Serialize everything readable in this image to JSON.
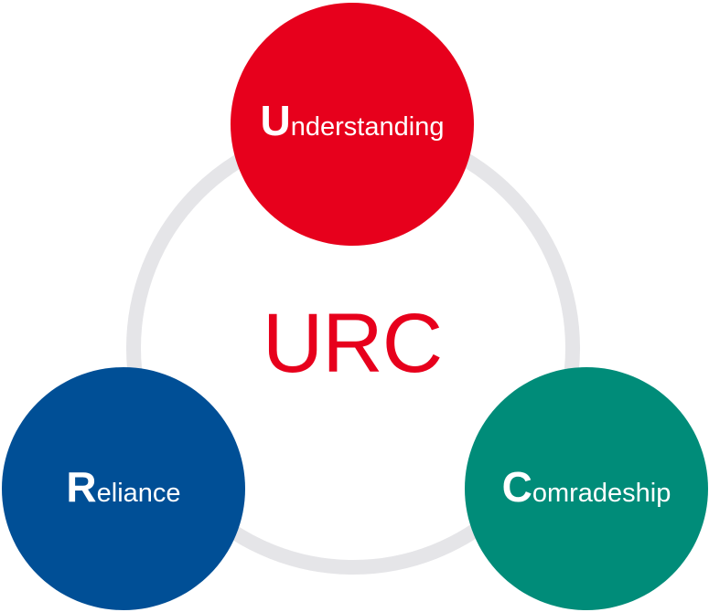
{
  "diagram": {
    "center_text": "URC",
    "nodes": [
      {
        "initial": "U",
        "rest": "nderstanding",
        "color": "#e7001c"
      },
      {
        "initial": "R",
        "rest": "eliance",
        "color": "#004f96"
      },
      {
        "initial": "C",
        "rest": "omradeship",
        "color": "#008c79"
      }
    ],
    "ring_color": "#e5e5e8",
    "center_color": "#e7001c"
  }
}
